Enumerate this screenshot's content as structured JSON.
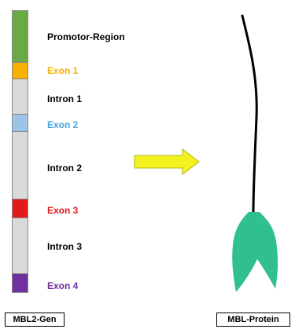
{
  "gene": {
    "label": "MBL2-Gen",
    "segments": [
      {
        "name": "promoter",
        "label": "Promotor-Region",
        "color": "#6aaa45",
        "label_color": "#000000"
      },
      {
        "name": "exon-1",
        "label": "Exon 1",
        "color": "#f5b000",
        "label_color": "#f5b000"
      },
      {
        "name": "intron-1",
        "label": "Intron 1",
        "color": "#d9d9d9",
        "label_color": "#000000"
      },
      {
        "name": "exon-2",
        "label": "Exon 2",
        "color": "#9dc3e6",
        "label_color": "#4aa3df"
      },
      {
        "name": "intron-2",
        "label": "Intron 2",
        "color": "#d9d9d9",
        "label_color": "#000000"
      },
      {
        "name": "exon-3",
        "label": "Exon 3",
        "color": "#e31a1c",
        "label_color": "#e31a1c"
      },
      {
        "name": "intron-3",
        "label": "Intron 3",
        "color": "#d9d9d9",
        "label_color": "#000000"
      },
      {
        "name": "exon-4",
        "label": "Exon 4",
        "color": "#7030a0",
        "label_color": "#7030a0"
      }
    ]
  },
  "arrow": {
    "color": "#f2f21f",
    "outline": "#b5b51a"
  },
  "protein": {
    "label": "MBL-Protein",
    "head_color": "#2fbf91",
    "stem_color": "#000000"
  }
}
